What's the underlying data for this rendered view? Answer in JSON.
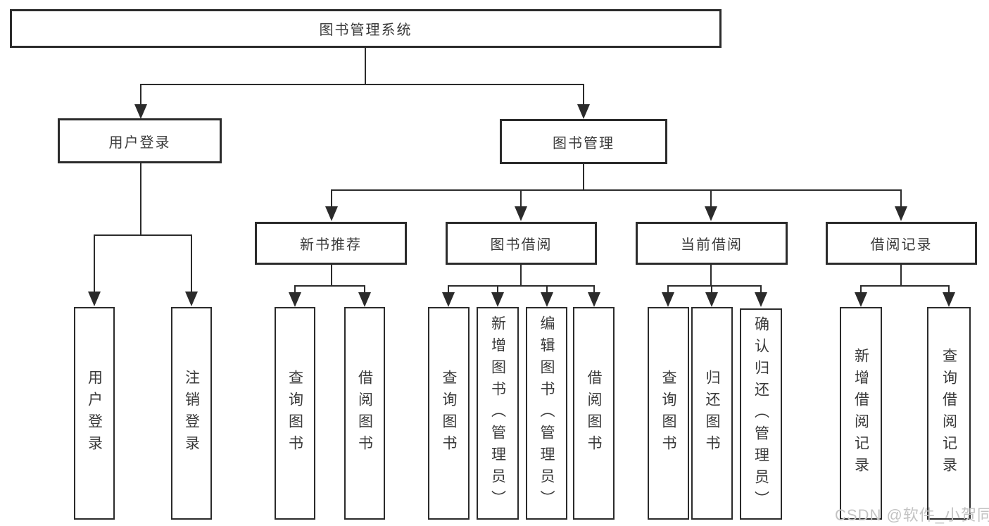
{
  "diagram": {
    "root": "图书管理系统",
    "user_login": {
      "label": "用户登录",
      "children": [
        "用户登录",
        "注销登录"
      ]
    },
    "book_mgmt": {
      "label": "图书管理",
      "groups": [
        {
          "label": "新书推荐",
          "children": [
            "查询图书",
            "借阅图书"
          ]
        },
        {
          "label": "图书借阅",
          "children": [
            "查询图书",
            "新增图书（管理员）",
            "编辑图书（管理员）",
            "借阅图书"
          ]
        },
        {
          "label": "当前借阅",
          "children": [
            "查询图书",
            "归还图书",
            "确认归还（管理员）"
          ]
        },
        {
          "label": "借阅记录",
          "children": [
            "新增借阅记录",
            "查询借阅记录"
          ]
        }
      ]
    }
  },
  "watermark": "CSDN @软件_小贺同学",
  "colors": {
    "line": "#2b2b2b",
    "text": "#3a3a3a",
    "background": "#ffffff",
    "watermark": "#c3c3c3"
  }
}
